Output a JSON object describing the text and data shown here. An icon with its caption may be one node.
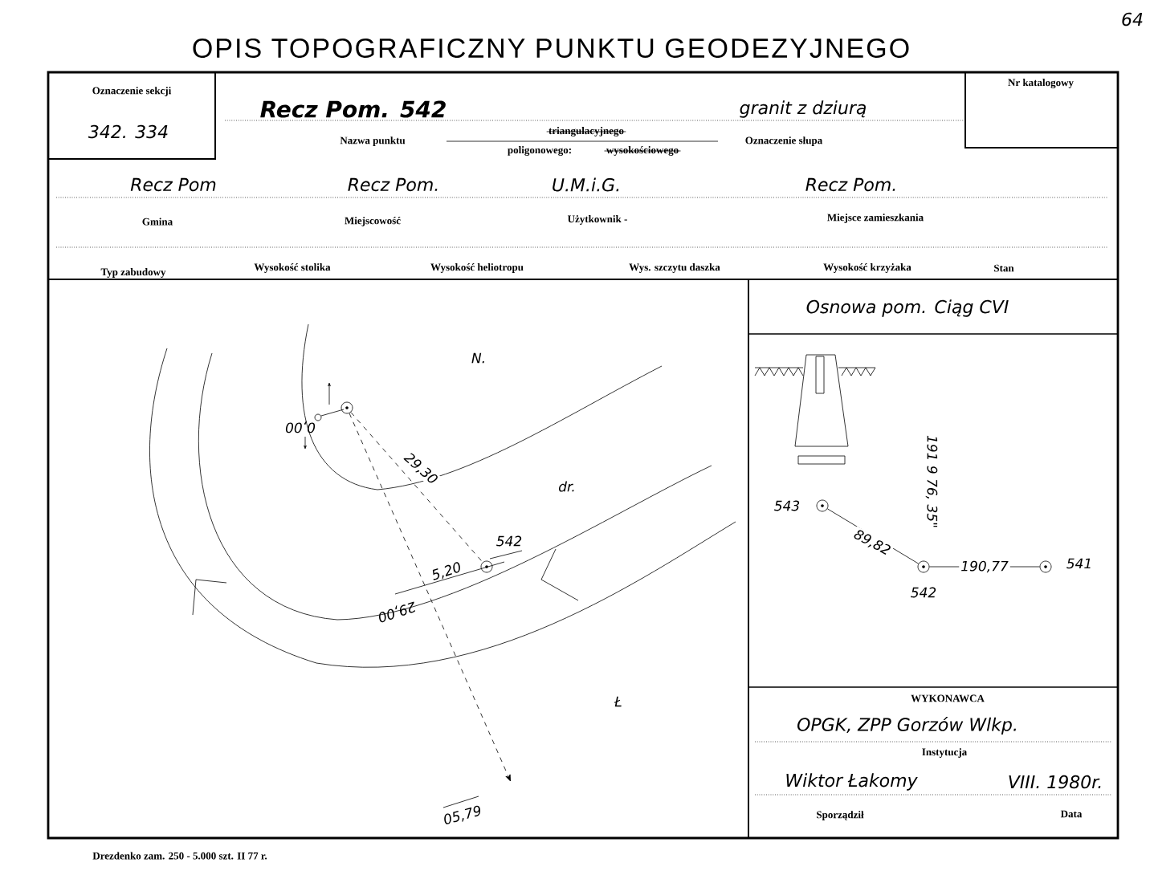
{
  "diagram": {
    "title": "OPIS TOPOGRAFICZNY PUNKTU GEODEZYJNEGO",
    "nodes": [
      {
        "text": [],
        "shape": "circle",
        "beside": [
          "542"
        ]
      },
      {
        "text": [],
        "shape": "circle"
      },
      {
        "text": [],
        "shape": "circle",
        "beside": [
          "543"
        ]
      },
      {
        "text": [],
        "shape": "circle",
        "beside": [
          "542"
        ]
      },
      {
        "text": [],
        "shape": "circle",
        "beside": [
          "541"
        ]
      }
    ],
    "edges": [
      {
        "from": 1,
        "to": 0,
        "arrow": "none",
        "label": "29,30",
        "style": "dashed"
      },
      {
        "from": 1,
        "to": null,
        "arrow": "to",
        "style": "dashed"
      },
      {
        "from": 2,
        "to": 3,
        "arrow": "none",
        "label": "89,82"
      },
      {
        "from": 3,
        "to": 4,
        "arrow": "none",
        "label": "190,77"
      }
    ],
    "labels": [
      "64",
      "Oznaczenie sekcji",
      "342. 334",
      "Recz Pom. 542",
      "granit z dziurą",
      "Nazwa punktu",
      "triangulacyjnego",
      "poligonowego:",
      "wysokościowego",
      "Oznaczenie słupa",
      "Nr katalogowy",
      "Recz Pom",
      "Gmina",
      "Recz Pom.",
      "Miejscowość",
      "U.M.i.G.",
      "Użytkownik -",
      "Recz Pom.",
      "Miejsce zamieszkania",
      "Typ zabudowy",
      "Wysokość stolika",
      "Wysokość heliotropu",
      "Wys. szczytu daszka",
      "Wysokość krzyżaka",
      "Stan",
      "Osnowa pom. Ciąg CVI",
      "N.",
      "dr.",
      "0,00",
      "5,20",
      "29,00",
      "05,79",
      "Ł",
      "191 9 76, 35\"",
      "WYKONAWCA",
      "OPGK, ZPP Gorzów Wlkp.",
      "Instytucja",
      "Wiktor Łakomy",
      "VIII. 1980r.",
      "Sporządził",
      "Data",
      "Drezdenko zam. 250 - 5.000 szt. II 77 r."
    ]
  }
}
